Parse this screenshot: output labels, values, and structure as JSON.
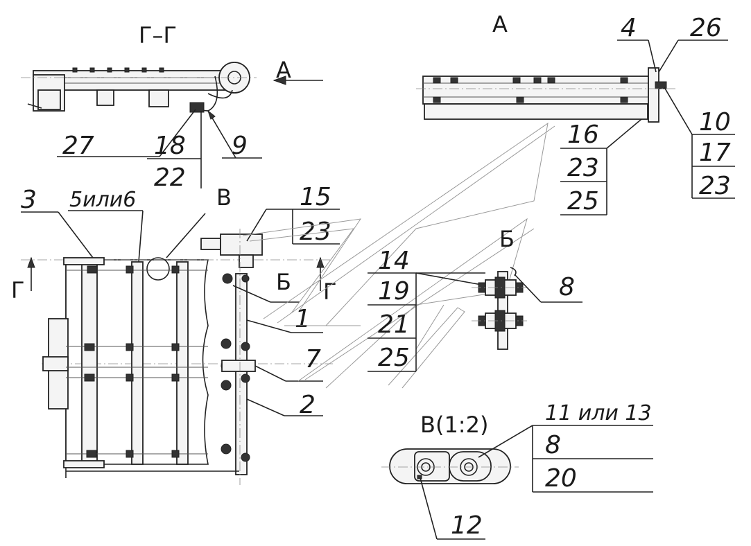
{
  "views": {
    "section_gg": "Г–Г",
    "view_a": "А",
    "view_b": "Б",
    "view_v_scaled": "В(1:2)",
    "view_v_marker": "В",
    "arrow_a": "А",
    "section_mark": "Г"
  },
  "callouts": {
    "c27": "27",
    "c18": "18",
    "c22": "22",
    "c9": "9",
    "c4": "4",
    "c26": "26",
    "c10": "10",
    "c17": "17",
    "c23_right": "23",
    "c16": "16",
    "c23_mid": "23",
    "c25_mid": "25",
    "c3": "3",
    "c5ili6": "5или6",
    "c15": "15",
    "c23_top": "23",
    "c14": "14",
    "c19": "19",
    "c21": "21",
    "c25_left": "25",
    "c1": "1",
    "c7": "7",
    "c2": "2",
    "c8_b": "8",
    "c11ili13": "11 или 13",
    "c8_v": "8",
    "c20": "20",
    "c12": "12"
  }
}
